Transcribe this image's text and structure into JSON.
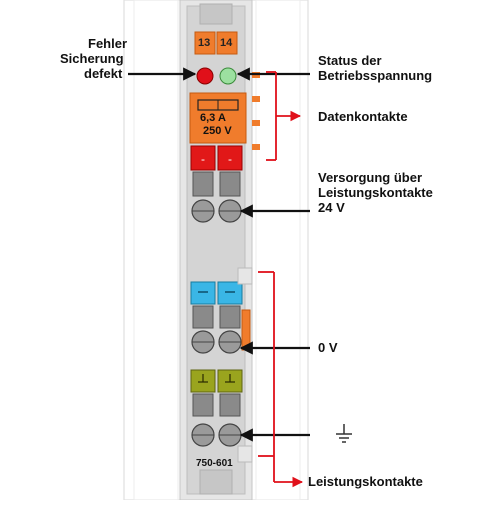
{
  "module": {
    "part_number": "750-601",
    "led_numbers": [
      "13",
      "14"
    ],
    "fuse_rating": "6,3 A",
    "fuse_voltage": "250 V"
  },
  "labels": {
    "fault_line1": "Fehler",
    "fault_line2": "Sicherung",
    "fault_line3": "defekt",
    "status_line1": "Status der",
    "status_line2": "Betriebsspannung",
    "data_contacts": "Datenkontakte",
    "supply_line1": "Versorgung über",
    "supply_line2": "Leistungskontakte",
    "supply_line3": "24 V",
    "zero_volt": "0 V",
    "power_contacts": "Leistungskontakte"
  },
  "colors": {
    "housing": "#d4d4d4",
    "rail": "#e4e4e4",
    "orange": "#f07c2c",
    "led_red": "#e0101a",
    "led_green": "#9ce0a0",
    "plus_block": "#e11818",
    "minus_block": "#3ab6e6",
    "ground_block": "#9aa41e",
    "bracket": "#e0101a"
  }
}
